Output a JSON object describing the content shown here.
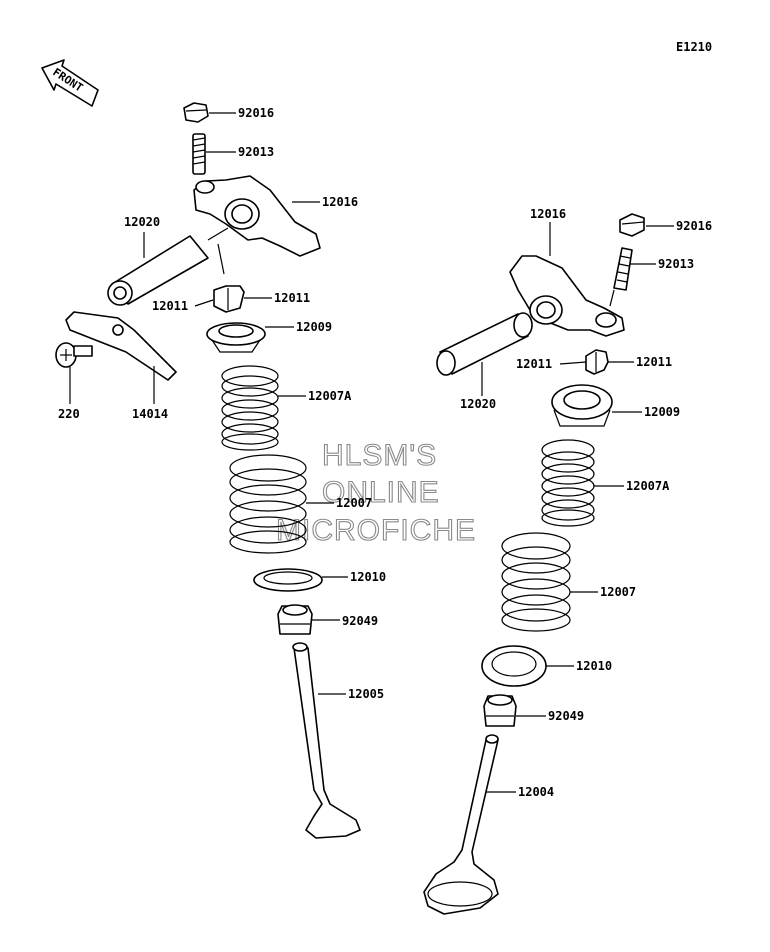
{
  "figure_code": "E1210",
  "front_label": "FRONT",
  "watermark": [
    "HLSM'S",
    "ONLINE",
    "MICROFICHE"
  ],
  "labels": {
    "l_92016": "92016",
    "l_92013": "92013",
    "l_12016": "12016",
    "l_12020": "12020",
    "l_12011a": "12011",
    "l_12011b": "12011",
    "l_12009": "12009",
    "l_220": "220",
    "l_14014": "14014",
    "l_12007A": "12007A",
    "l_12007": "12007",
    "l_12010": "12010",
    "l_92049": "92049",
    "l_12005": "12005",
    "r_12016": "12016",
    "r_92016": "92016",
    "r_92013": "92013",
    "r_12011a": "12011",
    "r_12011b": "12011",
    "r_12020": "12020",
    "r_12009": "12009",
    "r_12007A": "12007A",
    "r_12007": "12007",
    "r_12010": "12010",
    "r_92049": "92049",
    "r_12004": "12004"
  }
}
